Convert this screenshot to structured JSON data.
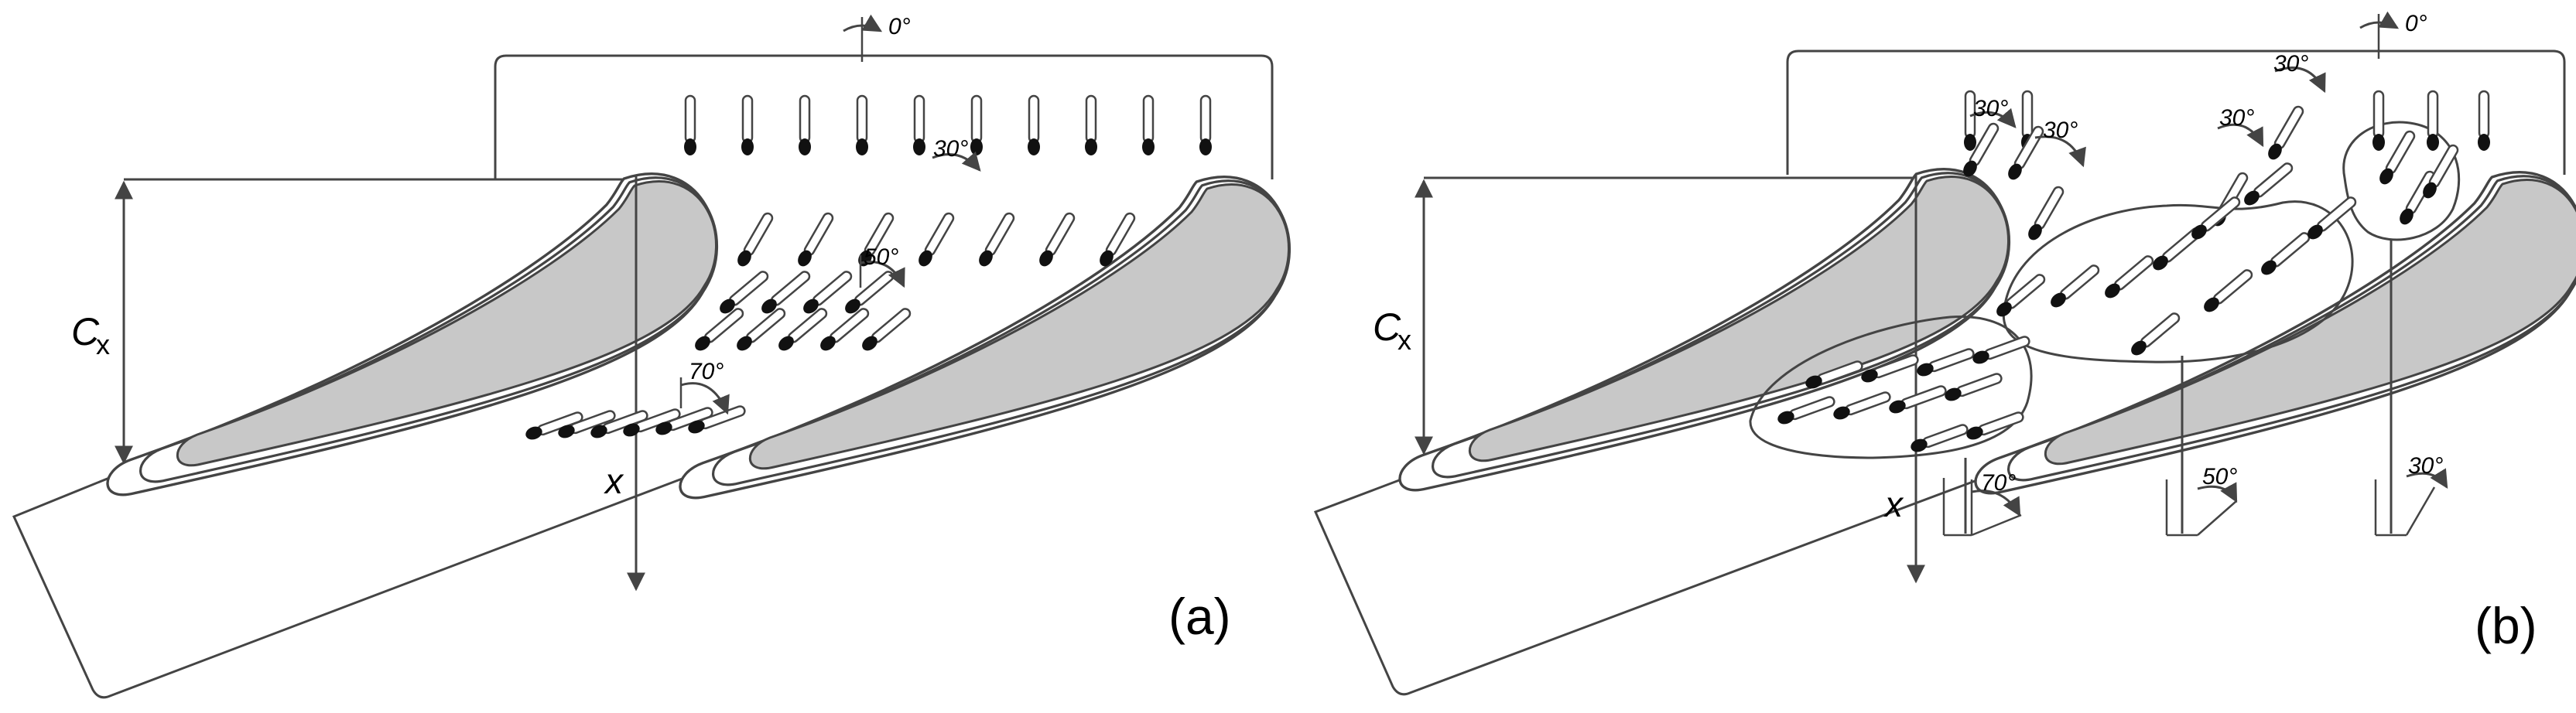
{
  "panels": [
    {
      "id": "a",
      "panel_label": "(a)",
      "chord_label": "C",
      "chord_sub": "x",
      "axis_label": "x",
      "angles": [
        "0°",
        "30°",
        "50°",
        "70°"
      ]
    },
    {
      "id": "b",
      "panel_label": "(b)",
      "chord_label": "C",
      "chord_sub": "x",
      "axis_label": "x",
      "angles_top": [
        "0°",
        "30°",
        "30°",
        "30°",
        "30°"
      ],
      "angles_bottom": [
        "70°",
        "50°",
        "30°"
      ]
    }
  ],
  "colors": {
    "blade_fill": "#c8c8c8",
    "outline": "#444444",
    "pin_head": "#111111"
  }
}
